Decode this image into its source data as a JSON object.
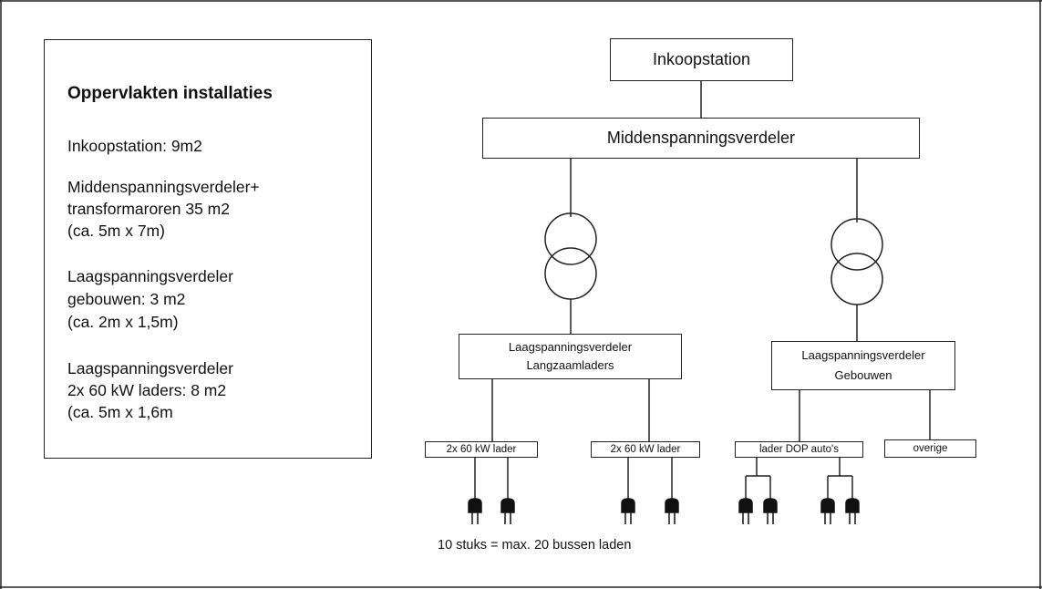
{
  "legend": {
    "title": "Oppervlakten installaties",
    "lines": [
      "Inkoopstation: 9m2",
      "Middenspanningsverdeler+",
      "transformaroren 35 m2",
      "(ca. 5m x 7m)",
      "Laagspanningsverdeler",
      "gebouwen: 3 m2",
      "(ca. 2m x 1,5m)",
      "Laagspanningsverdeler",
      "2x 60 kW laders: 8 m2",
      "(ca. 5m x 1,6m"
    ]
  },
  "nodes": {
    "inkoopstation": "Inkoopstation",
    "middenspanning": "Middenspanningsverdeler",
    "lsv_lang_1": "Laagspanningsverdeler",
    "lsv_lang_2": "Langzaamladers",
    "lsv_geb_1": "Laagspanningsverdeler",
    "lsv_geb_2": "Gebouwen",
    "lader_a": "2x 60 kW lader",
    "lader_b": "2x 60 kW lader",
    "lader_dop": "lader DOP auto's",
    "overige": "overige"
  },
  "caption": "10 stuks = max. 20 bussen laden"
}
